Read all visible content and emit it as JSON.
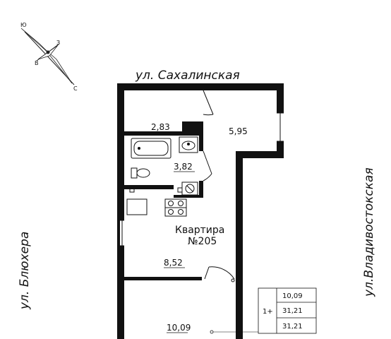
{
  "streets": {
    "top": "ул. Сахалинская",
    "left": "ул. Блюхера",
    "right": "ул.Владивостокская"
  },
  "compass": {
    "north": "Ю",
    "east": "З",
    "south": "С",
    "west": "В"
  },
  "apartment": {
    "label": "Квартира",
    "number": "№205"
  },
  "rooms": {
    "bathroom": "2,83",
    "toilet": "3,82",
    "hall": "5,95",
    "kitchen": "8,52",
    "living": "10,09"
  },
  "summary_table": {
    "type": "1+",
    "rows": [
      "10,09",
      "31,21",
      "31,21"
    ]
  }
}
